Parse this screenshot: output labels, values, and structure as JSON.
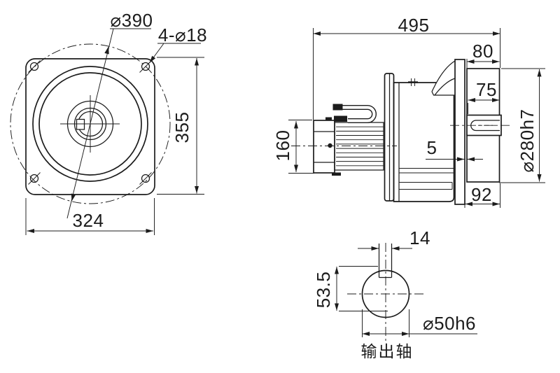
{
  "colors": {
    "line": "#1c1c1c",
    "background": "#ffffff"
  },
  "front_view": {
    "bolt_circle_dia": "⌀390",
    "bolt_holes": "4-⌀18",
    "flange_height": "355",
    "flange_width": "324"
  },
  "side_view": {
    "overall_length": "495",
    "shoulder_length": "80",
    "key_length": "75",
    "spigot_dia": "⌀280h7",
    "motor_block_height": "160",
    "pilot_gap": "5",
    "flange_to_shaft_end": "92"
  },
  "shaft_view": {
    "key_width": "14",
    "keyway_height": "53.5",
    "shaft_dia": "⌀50h6",
    "caption": "输出轴"
  }
}
